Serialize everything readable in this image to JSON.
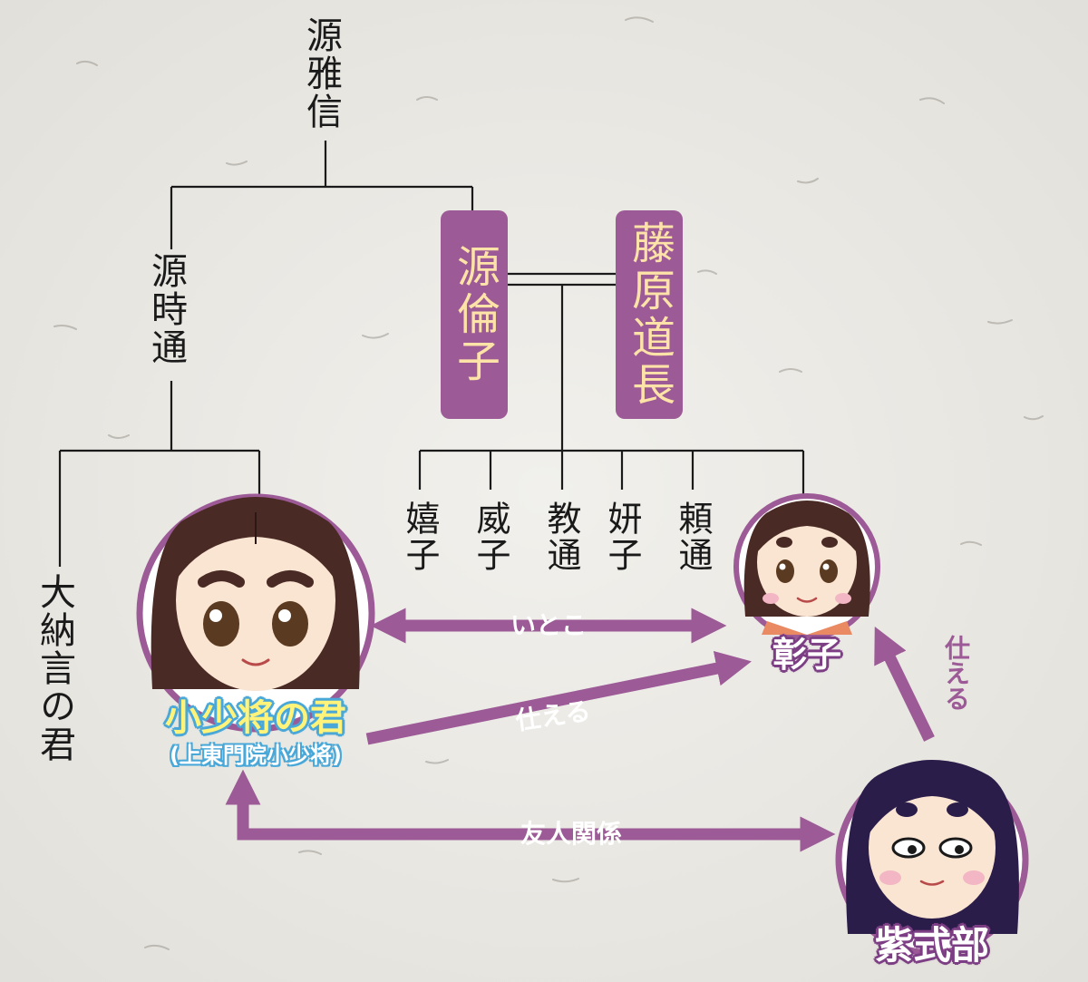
{
  "people": {
    "masanobu": "源雅信",
    "tokimichi": "源時通",
    "rinshi": "源倫子",
    "michinaga": "藤原道長",
    "dainagon": "大納言の君",
    "kishi": "嬉子",
    "ishi": "威子",
    "norimichi": "教通",
    "kenshi": "妍子",
    "yorimichi": "頼通"
  },
  "characters": {
    "koshosho": {
      "name": "小少将の君",
      "subtitle": "(上東門院小少将)"
    },
    "shoshi": {
      "name": "彰子"
    },
    "murasaki": {
      "name": "紫式部"
    }
  },
  "relations": {
    "itoko": "いとこ",
    "tsukaeru_koshosho": "仕える",
    "tsukaeru_murasaki": "仕える",
    "yujin": "友人関係"
  },
  "colors": {
    "relation": "#9c5a96",
    "box": "#9c5a96",
    "box_text": "#fde3a7",
    "line": "#1a1a1a",
    "background": "#ecebe6"
  }
}
